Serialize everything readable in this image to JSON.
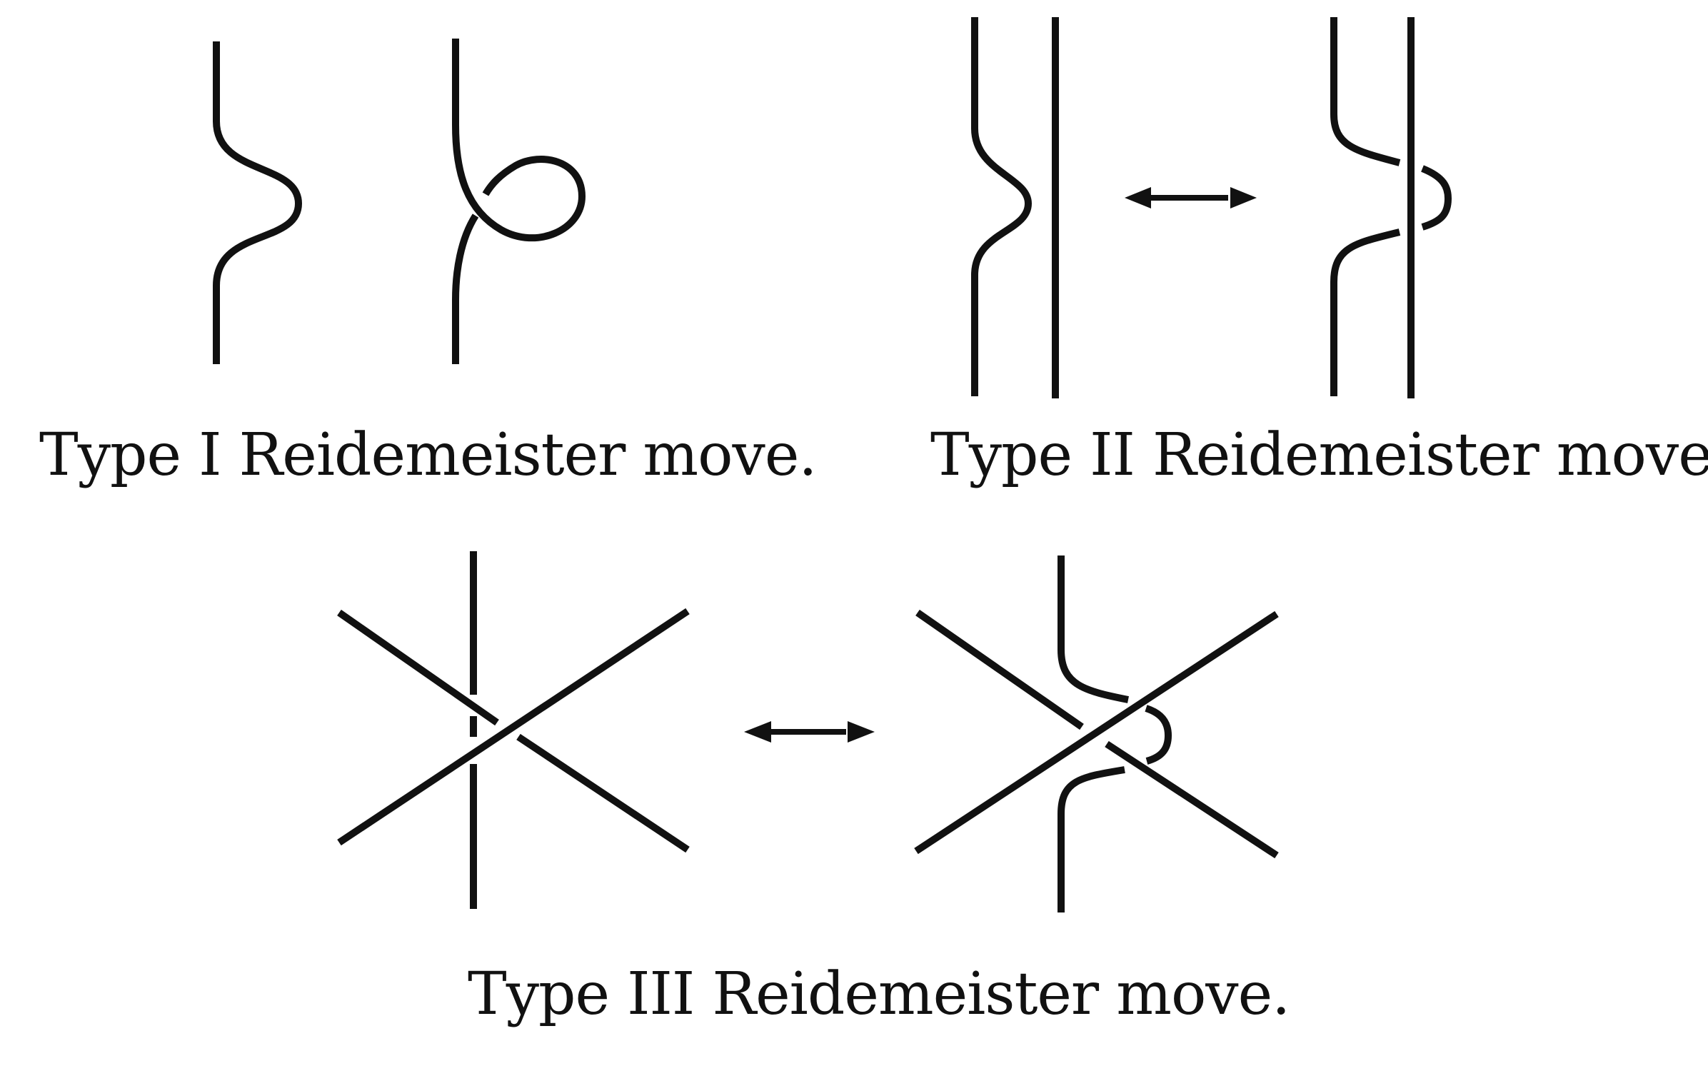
{
  "captions": {
    "type1": "Type I Reidemeister move.",
    "type2": "Type II Reidemeister move.",
    "type3": "Type III Reidemeister move."
  },
  "colors": {
    "stroke": "#111111",
    "background": "#ffffff"
  }
}
